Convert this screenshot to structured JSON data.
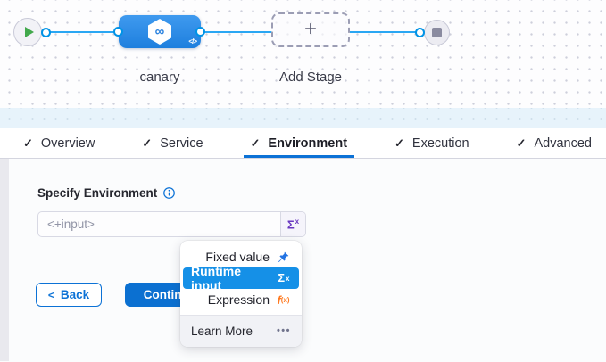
{
  "canvas": {
    "stage_label": "canary",
    "add_stage_label": "Add Stage"
  },
  "icons": {
    "check": "✓",
    "plus": "+",
    "infinity": "∞",
    "code": "</>",
    "dots": "•••",
    "chevron_left": "<",
    "sigma": "Σ",
    "sigma_sup": "x",
    "fx_main": "f",
    "fx_sub": "(x)"
  },
  "tabs": [
    {
      "label": "Overview",
      "active": false
    },
    {
      "label": "Service",
      "active": false
    },
    {
      "label": "Environment",
      "active": true
    },
    {
      "label": "Execution",
      "active": false
    },
    {
      "label": "Advanced",
      "active": false
    }
  ],
  "form": {
    "label": "Specify Environment",
    "input_value": "<+input>"
  },
  "menu": {
    "items": [
      {
        "label": "Fixed value",
        "icon": "pin-icon",
        "selected": false
      },
      {
        "label": "Runtime input",
        "icon": "sigma-icon",
        "selected": true
      },
      {
        "label": "Expression",
        "icon": "fx-icon",
        "selected": false
      }
    ],
    "learn_more": "Learn More"
  },
  "buttons": {
    "back": "Back",
    "continue": "Continue"
  },
  "colors": {
    "primary": "#0c72d6",
    "edge_blue": "#2aa7f3",
    "node_blue": "#2787e2",
    "menu_selected": "#1590e7",
    "sigma_purple": "#6938c0",
    "expression_orange": "#ff7a21",
    "pin_blue": "#2273e3",
    "play_green": "#42a94c"
  }
}
